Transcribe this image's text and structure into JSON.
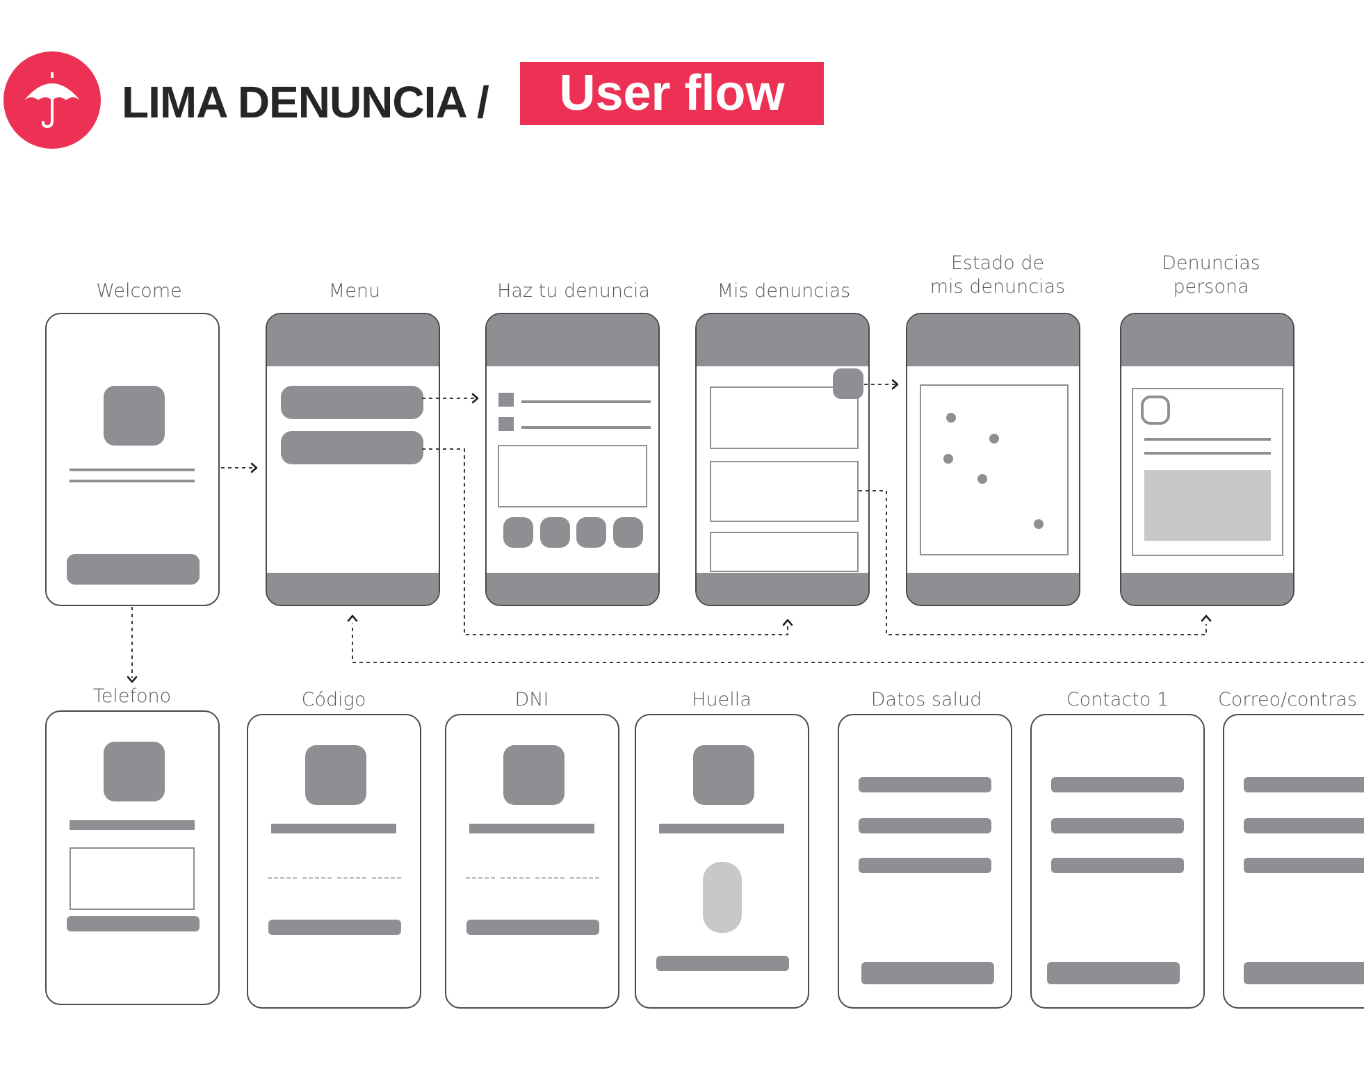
{
  "header": {
    "brand": "LIMA DENUNCIA /",
    "badge": "User flow",
    "accent_color": "#ec3154",
    "logo_icon": "umbrella-icon"
  },
  "screens_row1": {
    "welcome": "Welcome",
    "menu": "Menu",
    "haz": "Haz tu denuncia",
    "mis": "Mis denuncias",
    "estado_line1": "Estado de",
    "estado_line2": "mis denuncias",
    "denuncias_line1": "Denuncias",
    "denuncias_line2": "persona"
  },
  "screens_row2": {
    "telefono": "Telefono",
    "codigo": "Código",
    "dni": "DNI",
    "huella": "Huella",
    "datos": "Datos salud",
    "contacto": "Contacto 1",
    "correo": "Correo/contras"
  },
  "colors": {
    "wireframe_gray": "#8e8e93",
    "light_gray": "#c8c8cb",
    "outline": "#4a4a4a"
  }
}
